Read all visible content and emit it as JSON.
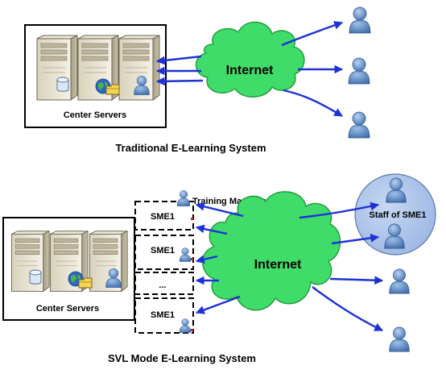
{
  "top": {
    "caption": "Traditional E-Learning System",
    "servers_label": "Center Servers",
    "cloud_label": "Internet"
  },
  "bottom": {
    "caption": "SVL Mode E-Learning System",
    "servers_label": "Center Servers",
    "cloud_label": "Internet",
    "training_manager_label": "Training Manager",
    "sme_slots": [
      "SME1",
      "SME1",
      "...",
      "SME1"
    ],
    "staff_label": "Staff of SME1"
  },
  "colors": {
    "arrow": "#1d32d6",
    "cloud_fill": "#3fdc6a",
    "cloud_stroke": "#1f9a3c",
    "staff_circle": "#a9c2ea",
    "user": "#4a78b5"
  },
  "icons": [
    "server-icon",
    "database-icon",
    "globe-icon",
    "folder-icon",
    "user-icon",
    "cloud-icon",
    "arrow-icon"
  ]
}
